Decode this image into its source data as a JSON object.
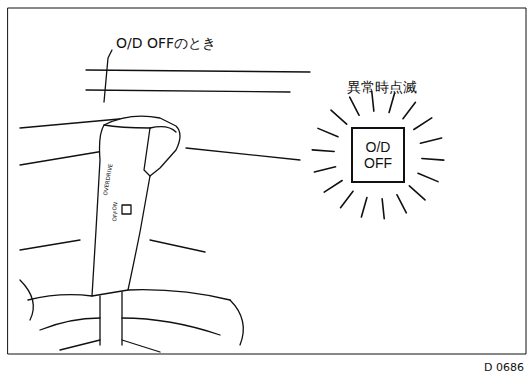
{
  "diagram": {
    "nodes": [
      {
        "text": [
          "O/D OFF"
        ]
      }
    ],
    "labels": [
      "O/D OFFのとき",
      "異常時点滅",
      "OVERDRIVE",
      "ON",
      "OFF",
      "D 0686"
    ]
  }
}
